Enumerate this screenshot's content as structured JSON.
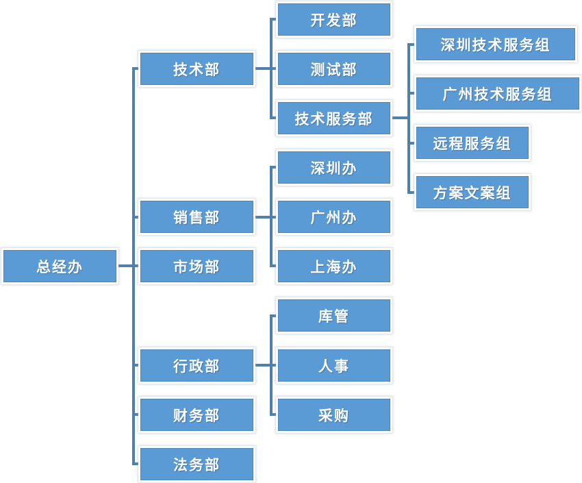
{
  "colors": {
    "node_fill": "#5b9bd5",
    "connector": "#4f7fac"
  },
  "org": {
    "root": "总经办",
    "departments": {
      "tech": "技术部",
      "sales": "销售部",
      "market": "市场部",
      "admin": "行政部",
      "finance": "财务部",
      "legal": "法务部"
    },
    "tech_units": {
      "dev": "开发部",
      "test": "测试部",
      "service": "技术服务部"
    },
    "service_groups": {
      "shenzhen": "深圳技术服务组",
      "guangzhou": "广州技术服务组",
      "remote": "远程服务组",
      "proposal": "方案文案组"
    },
    "sales_offices": {
      "shenzhen": "深圳办",
      "guangzhou": "广州办",
      "shanghai": "上海办"
    },
    "admin_units": {
      "warehouse": "库管",
      "hr": "人事",
      "purchase": "采购"
    }
  }
}
